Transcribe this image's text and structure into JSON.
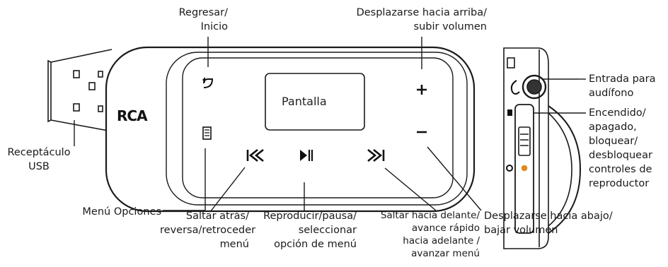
{
  "device": {
    "logo": "RCA",
    "screen_label": "Pantalla"
  },
  "callouts": {
    "regresar": [
      "Regresar/",
      "Inicio"
    ],
    "desplazarse_arriba": [
      "Desplazarse hacia arriba/",
      "subir volumen"
    ],
    "receptaculo": [
      "Receptáculo",
      "USB"
    ],
    "menu_opciones": [
      "Menú Opciones"
    ],
    "saltar_atras": [
      "Saltar atrás/",
      "reversa/retroceder",
      "menú"
    ],
    "reproducir": [
      "Reproducir/pausa/",
      "seleccionar",
      "opción de menú"
    ],
    "saltar_delante": [
      "Saltar hacia delante/",
      "avance rápido",
      "hacia adelante /",
      "avanzar menú"
    ],
    "desplazarse_abajo": [
      "Desplazarse hacia abajo/",
      "bajar volumen"
    ],
    "entrada": [
      "Entrada para",
      "audífono"
    ],
    "encendido": [
      "Encendido/",
      "apagado,",
      "bloquear/",
      "desbloquear",
      "controles de",
      "reproductor"
    ]
  },
  "icons": {
    "back": "back-arrow-icon",
    "options": "menu-list-icon",
    "up": "plus-icon",
    "down": "minus-icon",
    "prev": "skip-back-icon",
    "play": "play-pause-icon",
    "next": "skip-forward-icon",
    "headphone": "headphone-jack-icon",
    "lock": "lock-icon",
    "power": "power-icon"
  },
  "colors": {
    "outline": "#1a1a1a",
    "power_led": "#e08a1e"
  }
}
